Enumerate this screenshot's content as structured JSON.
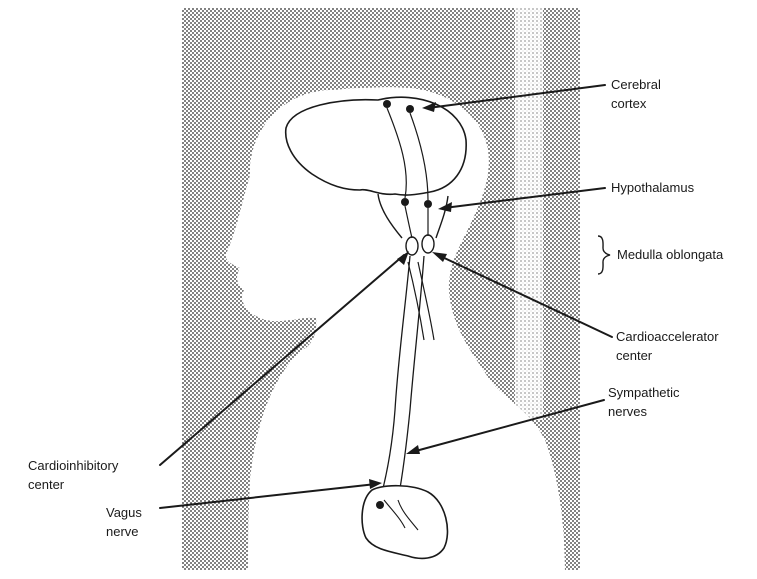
{
  "labels": {
    "cerebral_cortex_1": "Cerebral",
    "cerebral_cortex_2": "cortex",
    "hypothalamus": "Hypothalamus",
    "medulla": "Medulla oblongata",
    "cardioaccelerator_1": "Cardioaccelerator",
    "cardioaccelerator_2": "center",
    "sympathetic_1": "Sympathetic",
    "sympathetic_2": "nerves",
    "cardioinhibitory_1": "Cardioinhibitory",
    "cardioinhibitory_2": "center",
    "vagus_1": "Vagus",
    "vagus_2": "nerve"
  },
  "colors": {
    "stipple": "#2a2a2a",
    "ink": "#1a1a1a",
    "paper": "#ffffff"
  }
}
